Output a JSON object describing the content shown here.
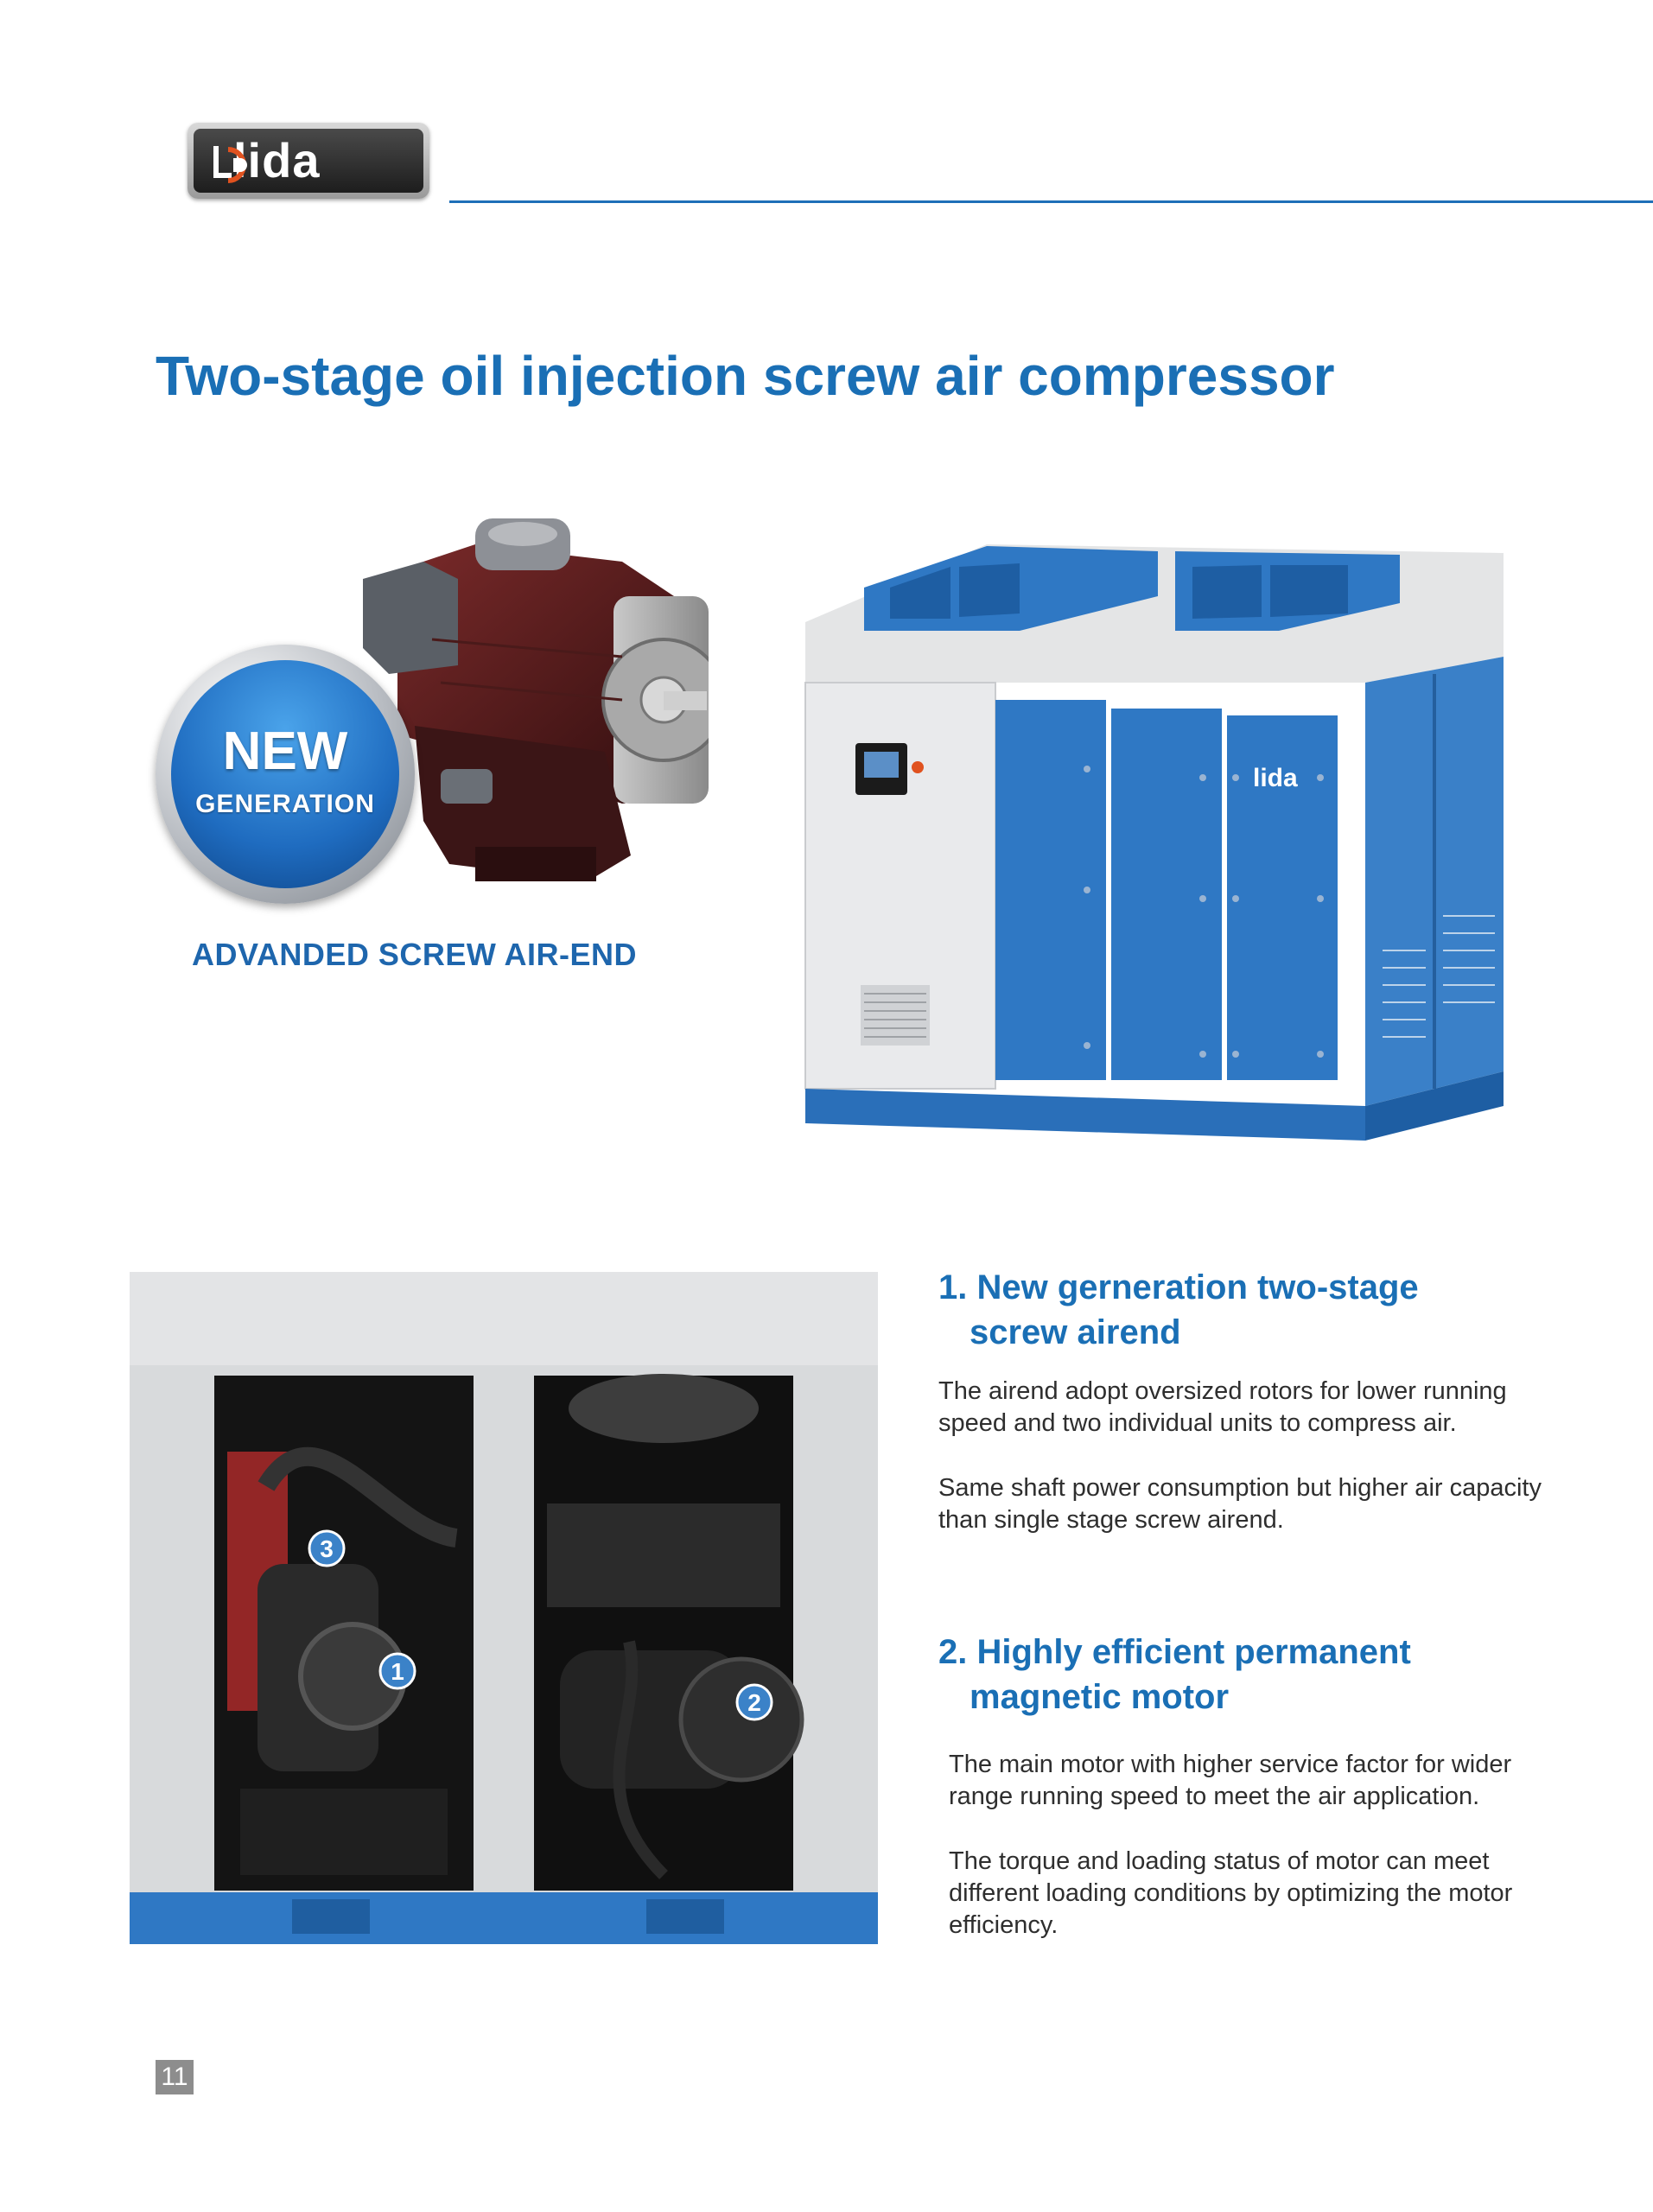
{
  "header": {
    "brand": "lida"
  },
  "title": "Two-stage oil injection screw air compressor",
  "badge": {
    "line1": "NEW",
    "line2": "GENERATION"
  },
  "airend_caption": "ADVANDED SCREW AIR-END",
  "unit_brand": "lida",
  "callouts": [
    "1",
    "2",
    "3"
  ],
  "features": [
    {
      "title_line1": "1. New gerneration two-stage",
      "title_line2": "screw airend",
      "paragraphs": [
        "The airend adopt oversized rotors for lower running speed and two individual units to compress air.",
        "Same shaft power consumption but higher air capacity than single stage screw airend."
      ]
    },
    {
      "title_line1": "2. Highly efficient permanent",
      "title_line2": "magnetic motor",
      "paragraphs": [
        "The main motor with higher service factor for wider range running speed to meet the air application.",
        "The torque and loading status of motor can meet different loading conditions by optimizing the motor efficiency."
      ]
    }
  ],
  "page_number": "11",
  "colors": {
    "accent": "#1a6fb5",
    "panel_blue": "#2f78c4",
    "cabinet_grey": "#e6e8ea"
  }
}
